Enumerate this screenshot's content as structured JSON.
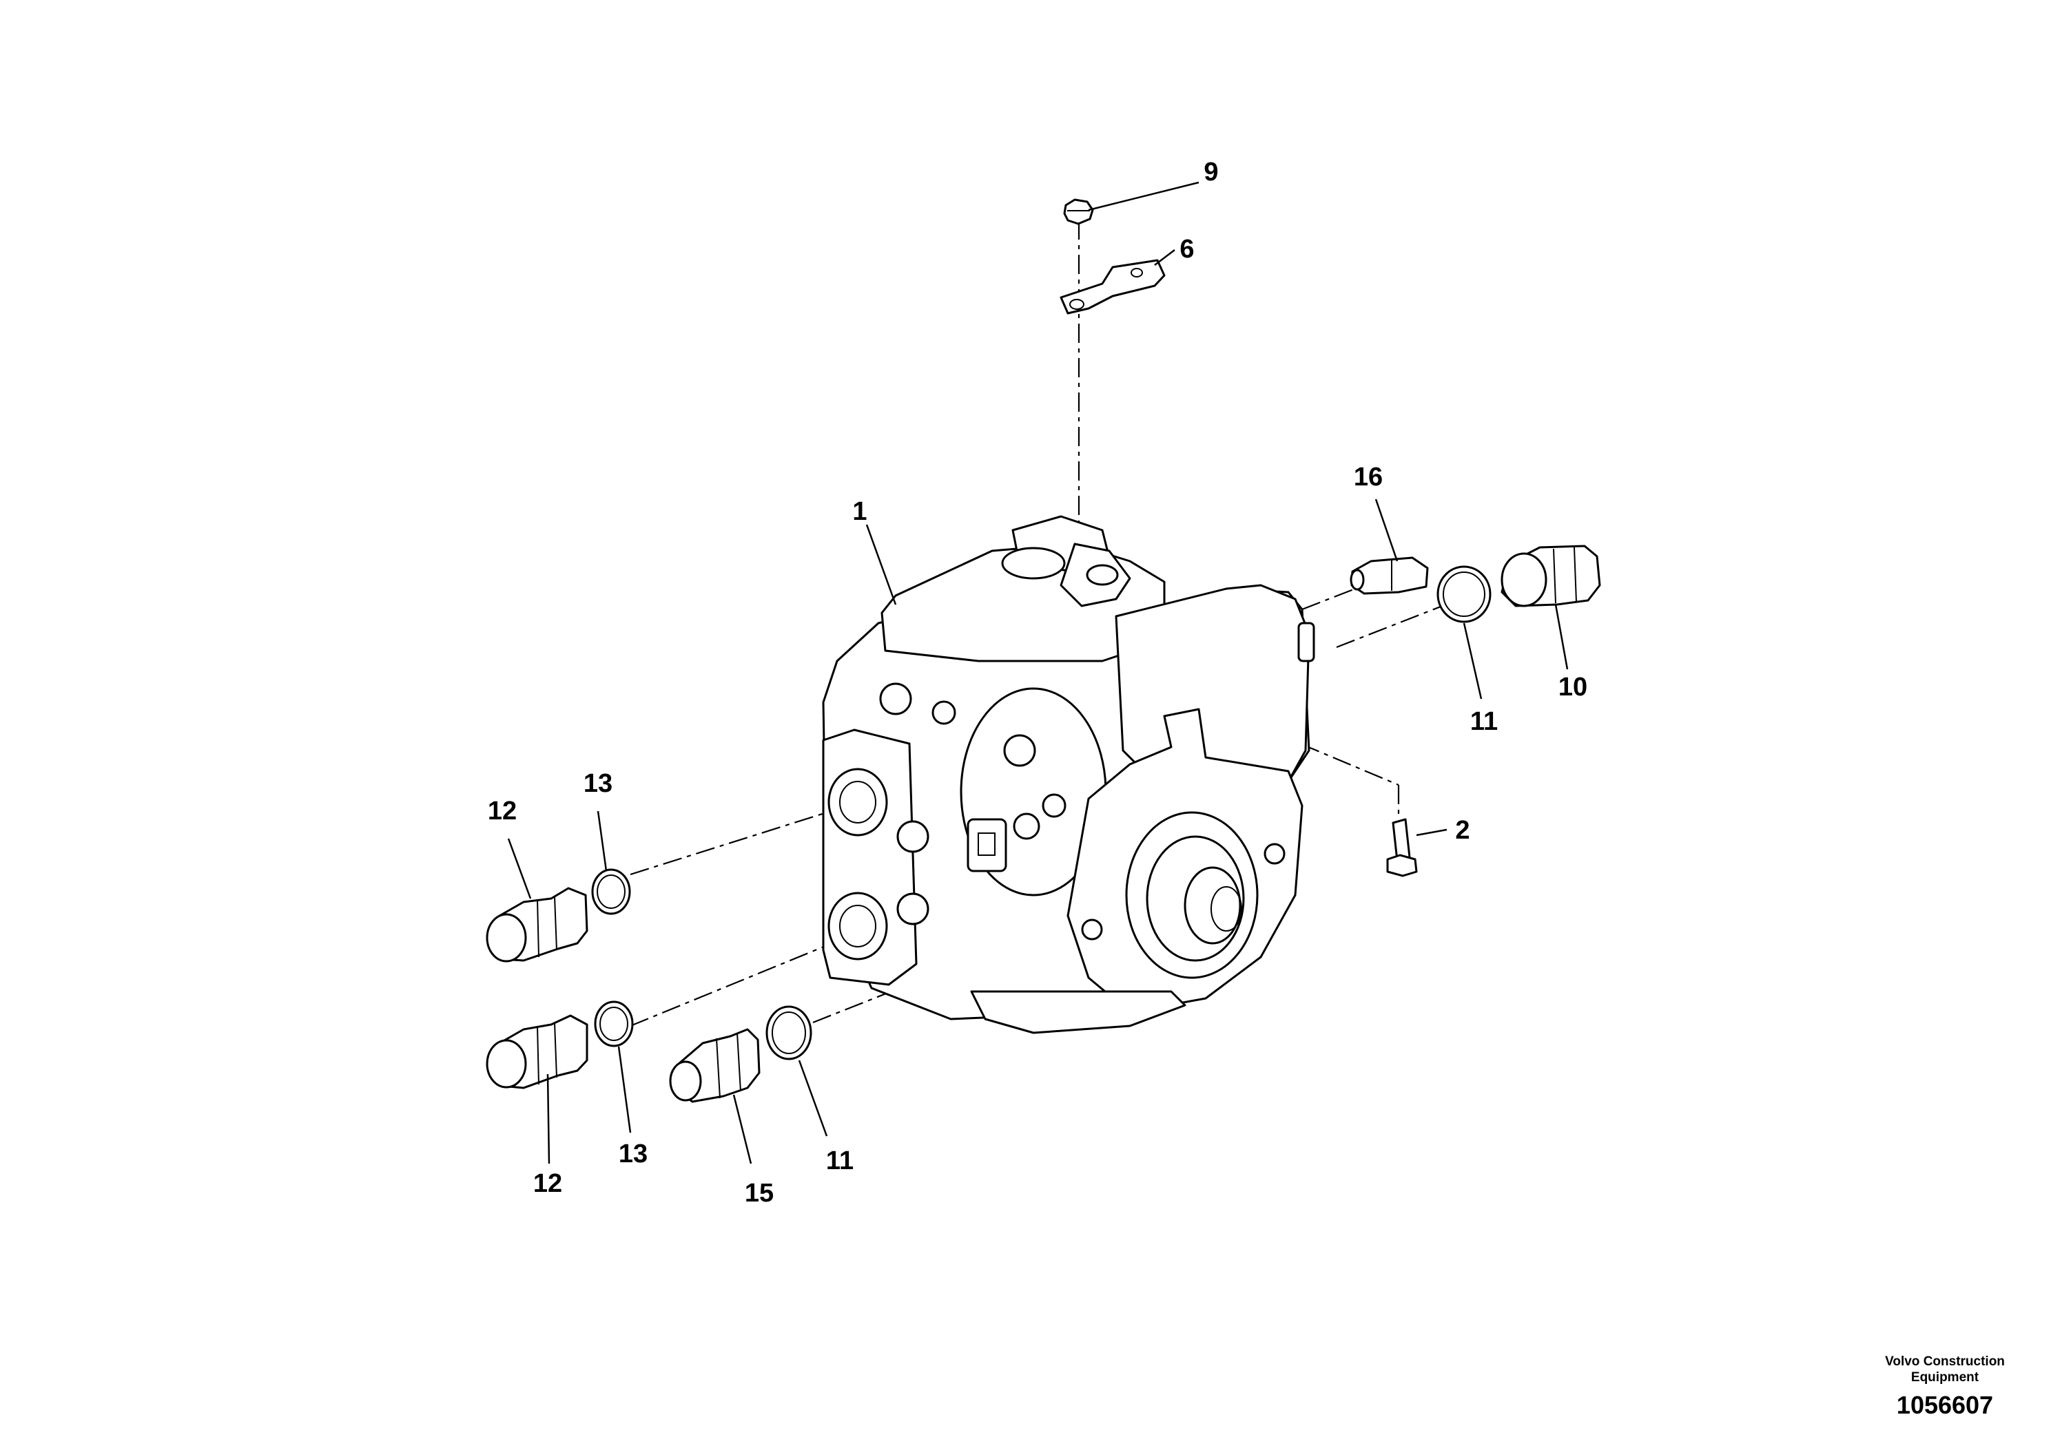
{
  "callouts": {
    "c1": "1",
    "c2": "2",
    "c6": "6",
    "c9": "9",
    "c10": "10",
    "c11a": "11",
    "c11b": "11",
    "c12a": "12",
    "c12b": "12",
    "c13a": "13",
    "c13b": "13",
    "c15": "15",
    "c16": "16"
  },
  "footer": {
    "company_line1": "Volvo Construction",
    "company_line2": "Equipment",
    "drawing_number": "1056607"
  }
}
